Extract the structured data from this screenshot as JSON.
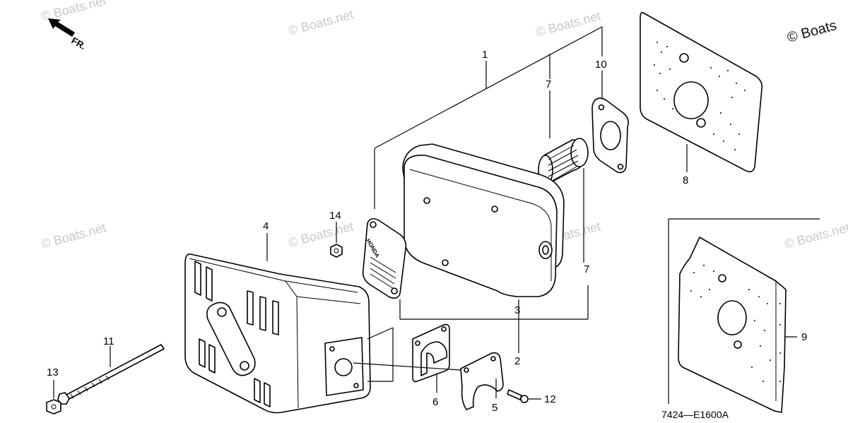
{
  "direction_label": "FR.",
  "diagram_code": "7424—E1600A",
  "watermarks": {
    "light": "© Boats.net",
    "corner": "© Boats"
  },
  "part_labels": {
    "p1": "1",
    "p2": "2",
    "p3": "3",
    "p4": "4",
    "p5": "5",
    "p6": "6",
    "p7a": "7",
    "p7b": "7",
    "p8": "8",
    "p9": "9",
    "p10": "10",
    "p11": "11",
    "p12": "12",
    "p13": "13",
    "p14": "14"
  },
  "brand_mark": "HONDA"
}
